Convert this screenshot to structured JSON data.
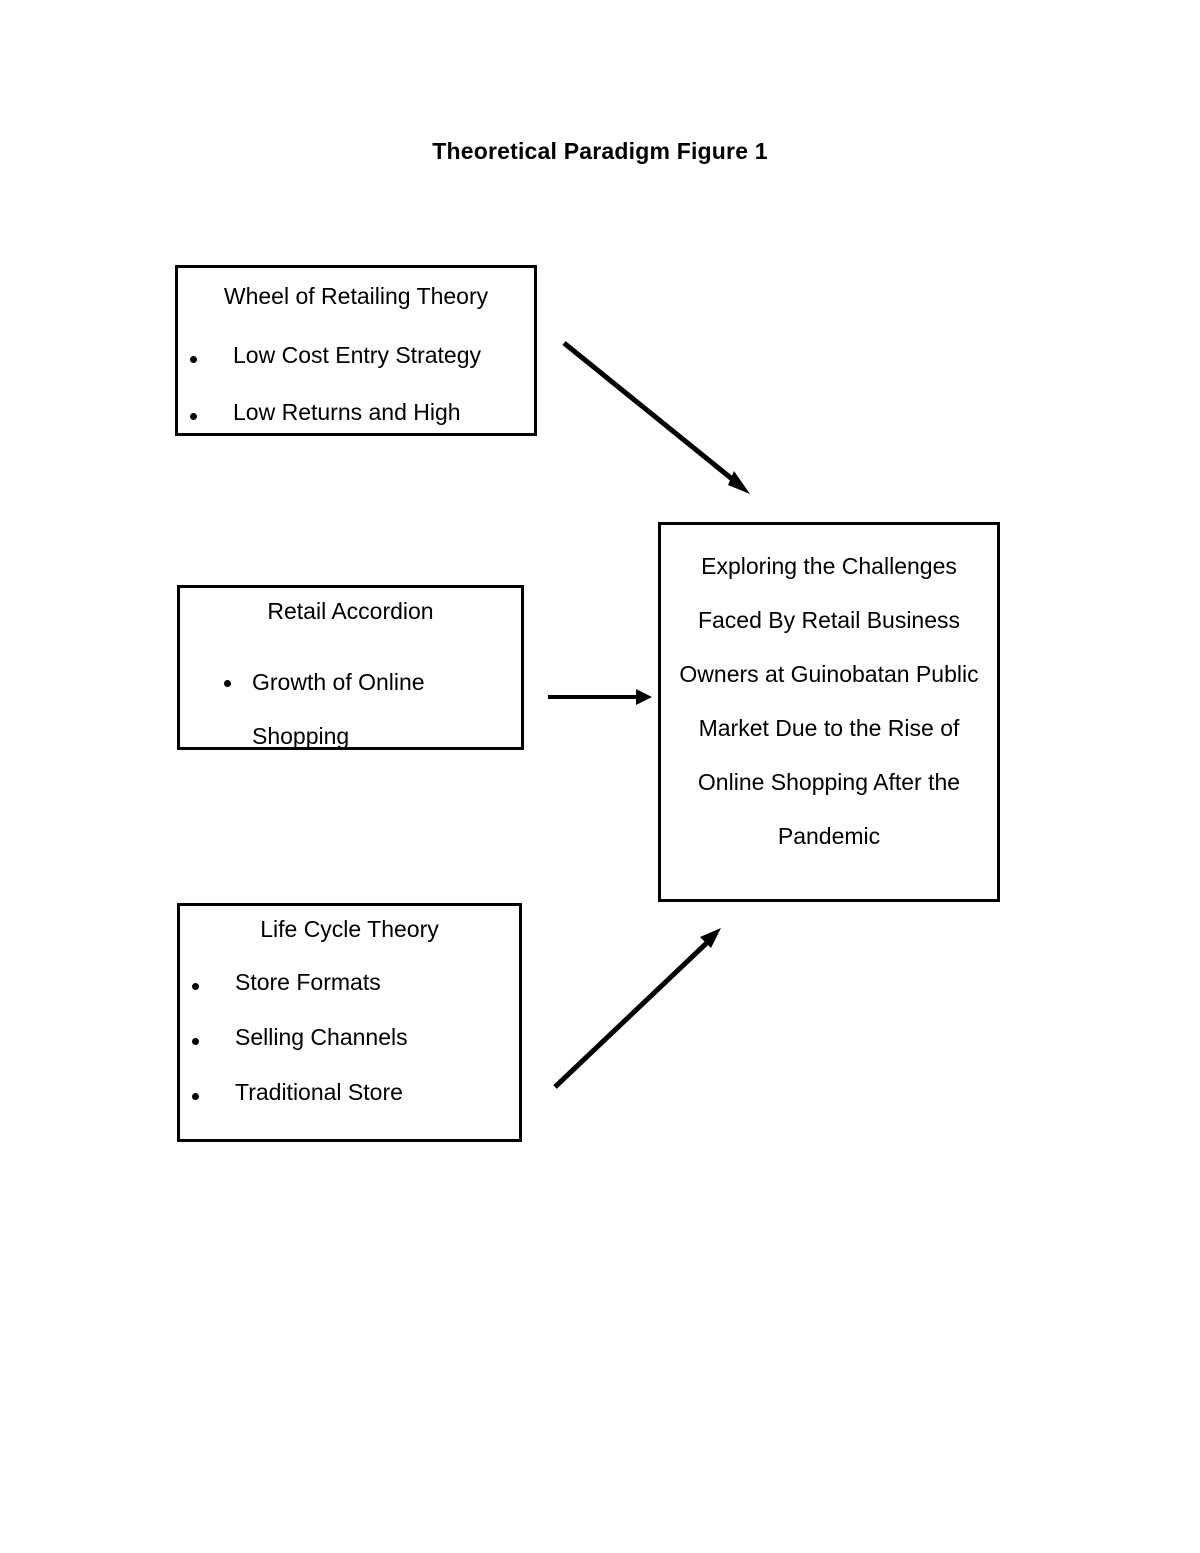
{
  "figure": {
    "title": "Theoretical Paradigm Figure 1"
  },
  "boxes": {
    "wheel": {
      "heading": "Wheel of Retailing Theory",
      "bullets": [
        "Low Cost Entry Strategy",
        "Low Returns and High"
      ]
    },
    "accordion": {
      "heading": "Retail Accordion",
      "bullets": [
        "Growth of Online Shopping"
      ]
    },
    "lifecycle": {
      "heading": "Life Cycle Theory",
      "bullets": [
        "Store Formats",
        "Selling Channels",
        "Traditional Store"
      ]
    },
    "outcome": {
      "lines": [
        "Exploring the Challenges",
        "Faced By Retail Business",
        "Owners at Guinobatan Public",
        "Market Due to the Rise of",
        "Online Shopping After the",
        "Pandemic"
      ]
    }
  },
  "arrows": [
    {
      "name": "wheel-to-outcome",
      "direction": "down-right"
    },
    {
      "name": "accordion-to-outcome",
      "direction": "right"
    },
    {
      "name": "lifecycle-to-outcome",
      "direction": "up-right"
    }
  ],
  "colors": {
    "page_background": "#ffffff",
    "ink": "#000000",
    "border": "#000000"
  }
}
